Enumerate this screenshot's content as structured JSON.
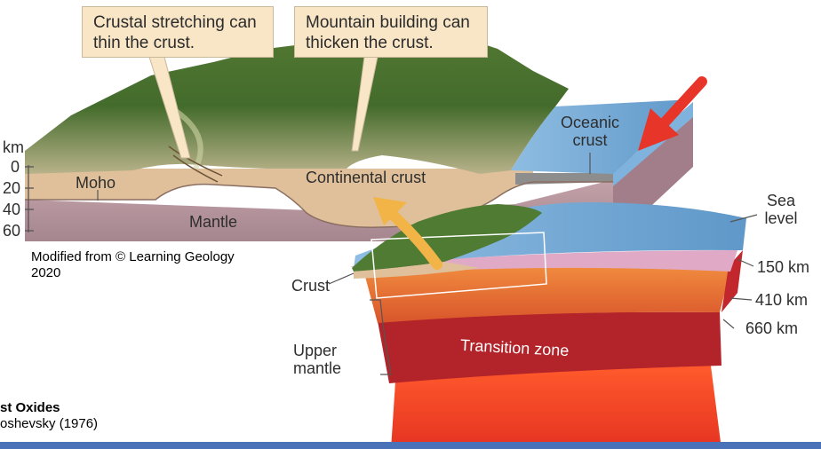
{
  "callouts": {
    "stretching": "Crustal stretching can thin the crust.",
    "mountain": "Mountain building can thicken the crust."
  },
  "block_labels": {
    "depth_unit": "km",
    "depth_ticks": [
      "0",
      "20",
      "40",
      "60"
    ],
    "moho": "Moho",
    "continental_crust": "Continental crust",
    "mantle": "Mantle",
    "oceanic_crust": "Oceanic crust"
  },
  "earth_labels": {
    "sea_level": "Sea level",
    "depth_150": "150 km",
    "depth_410": "410 km",
    "depth_660": "660 km",
    "crust": "Crust",
    "upper_mantle": "Upper mantle",
    "transition_zone": "Transition zone"
  },
  "credits": {
    "figure_source": "Modified from © Learning Geology 2020",
    "oxides_heading": "st Oxides",
    "oxides_source": "oshevsky (1976)"
  },
  "colors": {
    "callout_bg": "#f9e6c7",
    "crust_tan": "#dfc09a",
    "mantle_mauve": "#b08f98",
    "ocean_blue": "#6fa8d6",
    "red_arrow": "#e8352a",
    "orange_arrow": "#f2b447",
    "transition_red": "#b3232a",
    "bottom_bar": "#4a72b8"
  }
}
